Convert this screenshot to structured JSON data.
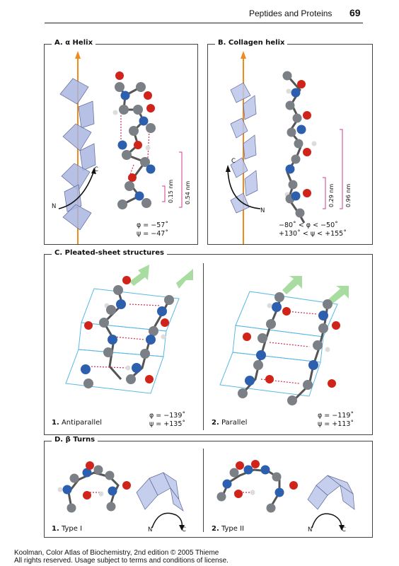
{
  "header": {
    "title": "Peptides and Proteins",
    "page_number": "69"
  },
  "panels": {
    "a": {
      "title": "A. α Helix",
      "n_label": "N",
      "c_label": "C",
      "dist_small": "0.15 nm",
      "dist_large": "0.54 nm",
      "phi": "φ = −57˚",
      "psi": "ψ = −47˚"
    },
    "b": {
      "title": "B. Collagen helix",
      "n_label": "N",
      "c_label": "C",
      "dist_small": "0.29 nm",
      "dist_large": "0.96 nm",
      "phi": "−80˚ < φ <  −50˚",
      "psi": "+130˚ < ψ < +155˚"
    },
    "c": {
      "title": "C. Pleated-sheet structures",
      "left": {
        "number": "1.",
        "name": "Antiparallel",
        "phi": "φ = −139˚",
        "psi": "ψ = +135˚"
      },
      "right": {
        "number": "2.",
        "name": "Parallel",
        "phi": "φ = −119˚",
        "psi": "ψ = +113˚"
      }
    },
    "d": {
      "title": "D. β Turns",
      "left": {
        "number": "1.",
        "name": "Type I",
        "n_label": "N",
        "c_label": "C"
      },
      "right": {
        "number": "2.",
        "name": "Type II",
        "n_label": "N",
        "c_label": "C"
      }
    }
  },
  "footer": {
    "line1": "Koolman, Color Atlas of Biochemistry, 2nd edition © 2005 Thieme",
    "line2": "All rights reserved. Usage subject to terms and conditions of license."
  },
  "colors": {
    "carbon": "#7b7f86",
    "nitrogen": "#2c5fae",
    "oxygen": "#d0241b",
    "hydrogen": "#dcdcdc",
    "axis": "#f08a1c",
    "plane": "#a9b6e0",
    "sheet": "#55b8e6",
    "arrow": "#a8dca0",
    "hbond": "#d03050",
    "bracket": "#d03a8c"
  }
}
